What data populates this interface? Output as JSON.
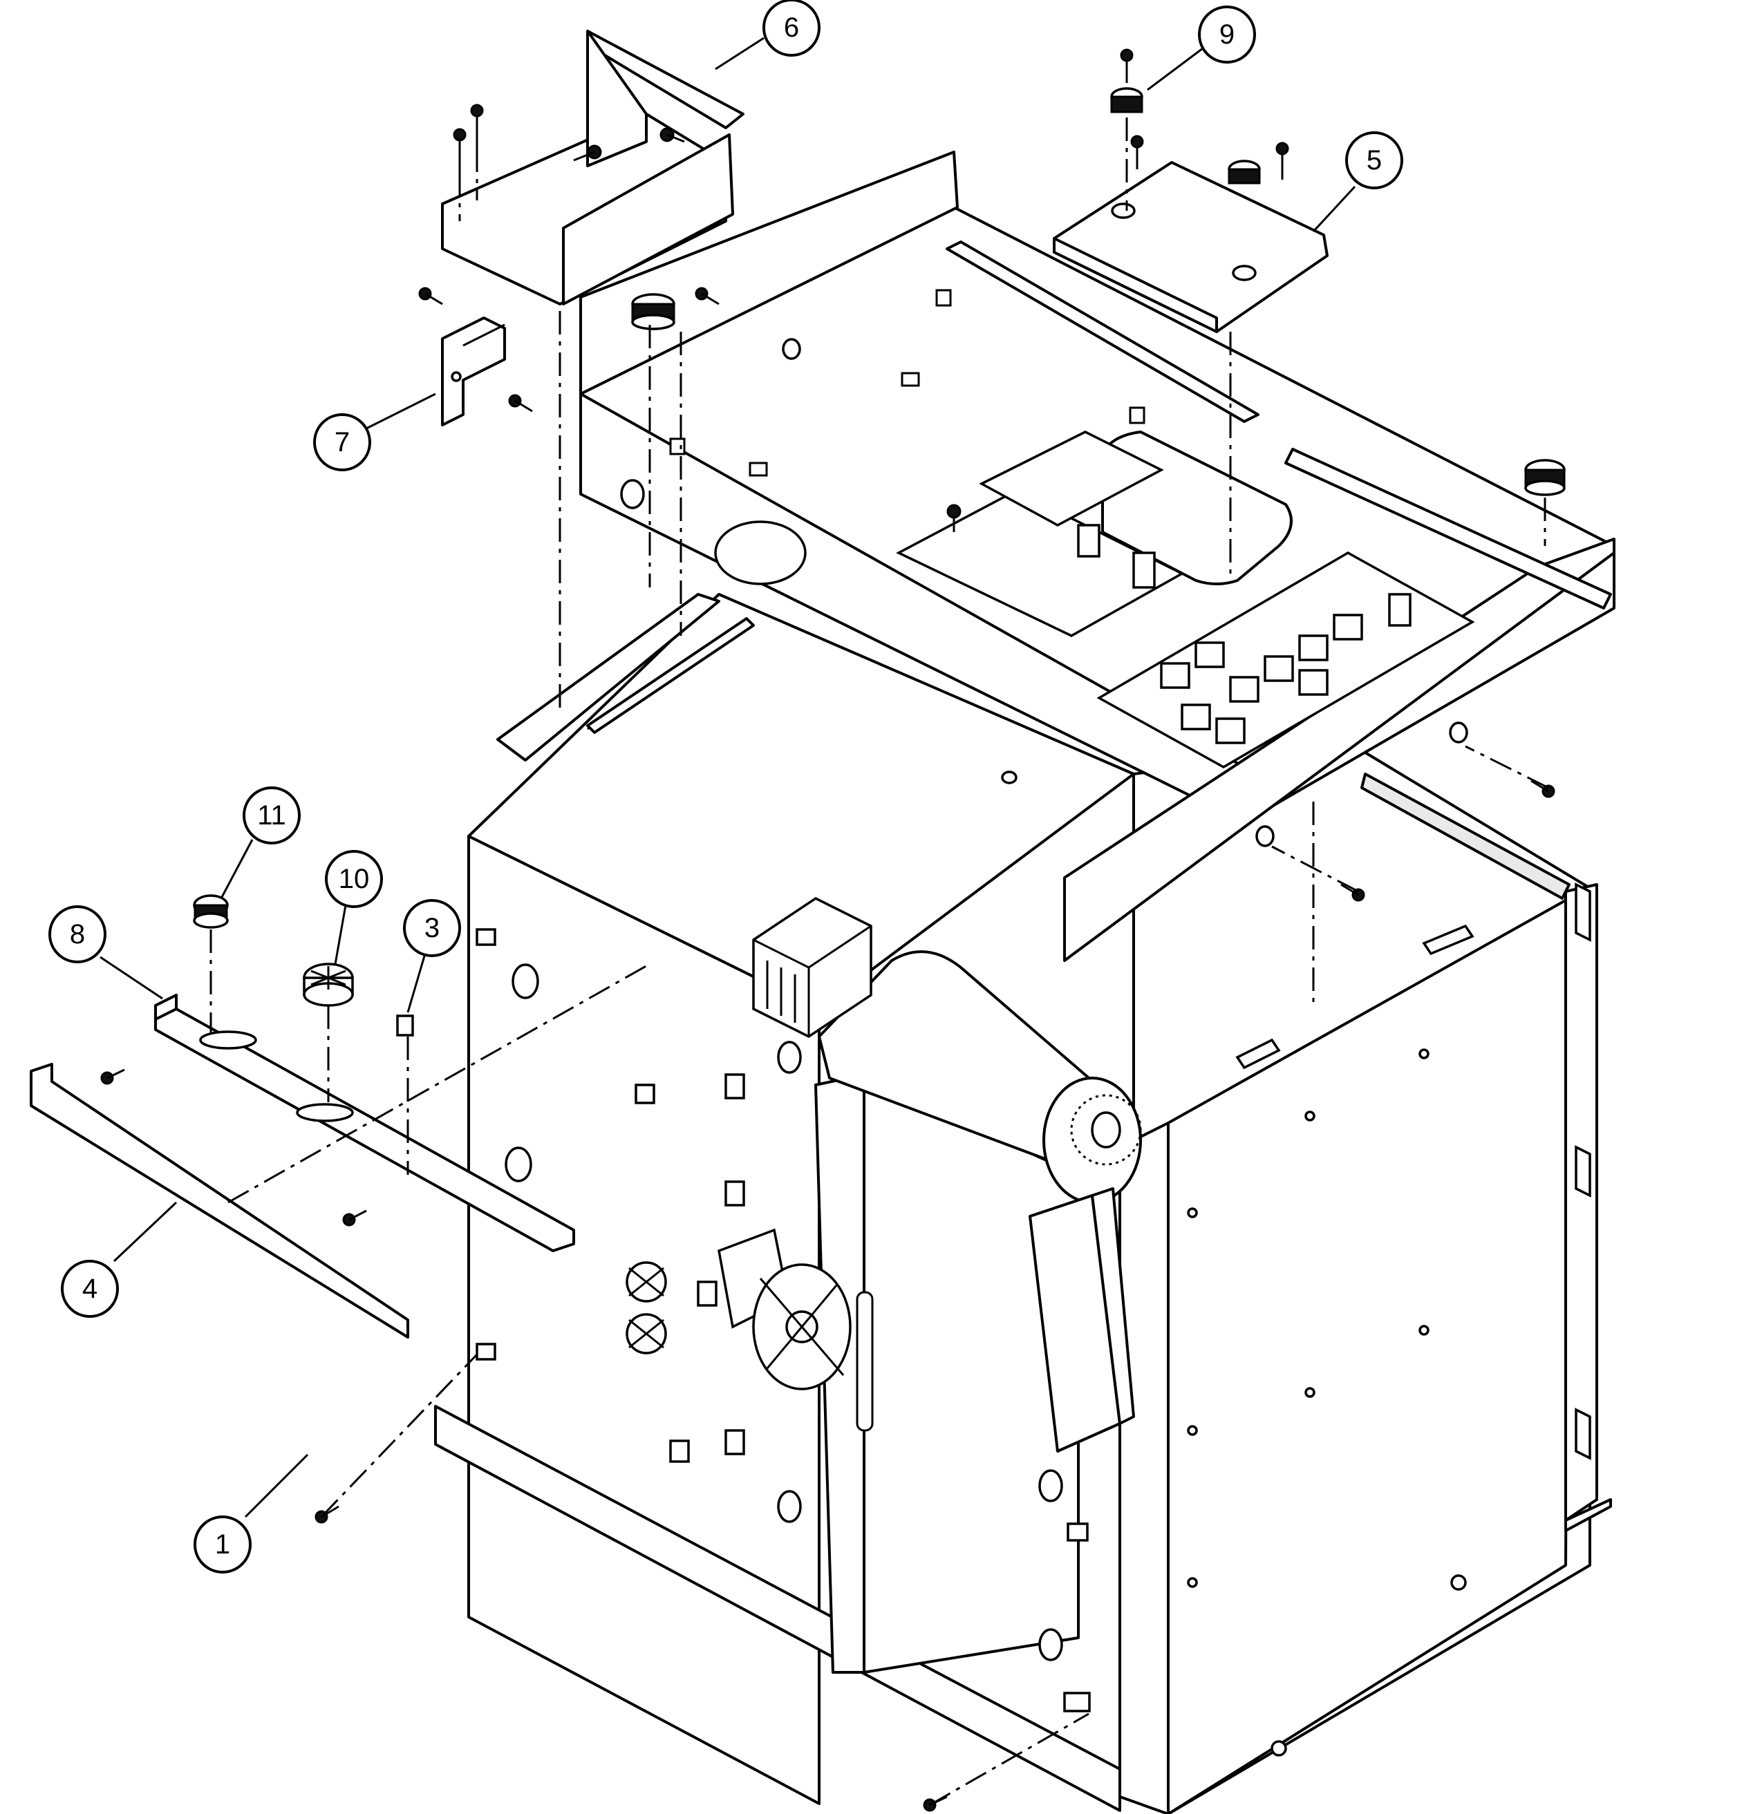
{
  "callouts": [
    {
      "id": "1",
      "label": "1"
    },
    {
      "id": "3",
      "label": "3"
    },
    {
      "id": "4",
      "label": "4"
    },
    {
      "id": "5",
      "label": "5"
    },
    {
      "id": "6",
      "label": "6"
    },
    {
      "id": "7",
      "label": "7"
    },
    {
      "id": "8",
      "label": "8"
    },
    {
      "id": "9",
      "label": "9"
    },
    {
      "id": "10",
      "label": "10"
    },
    {
      "id": "11",
      "label": "11"
    }
  ],
  "colors": {
    "line": "#000000",
    "background": "#ffffff"
  }
}
